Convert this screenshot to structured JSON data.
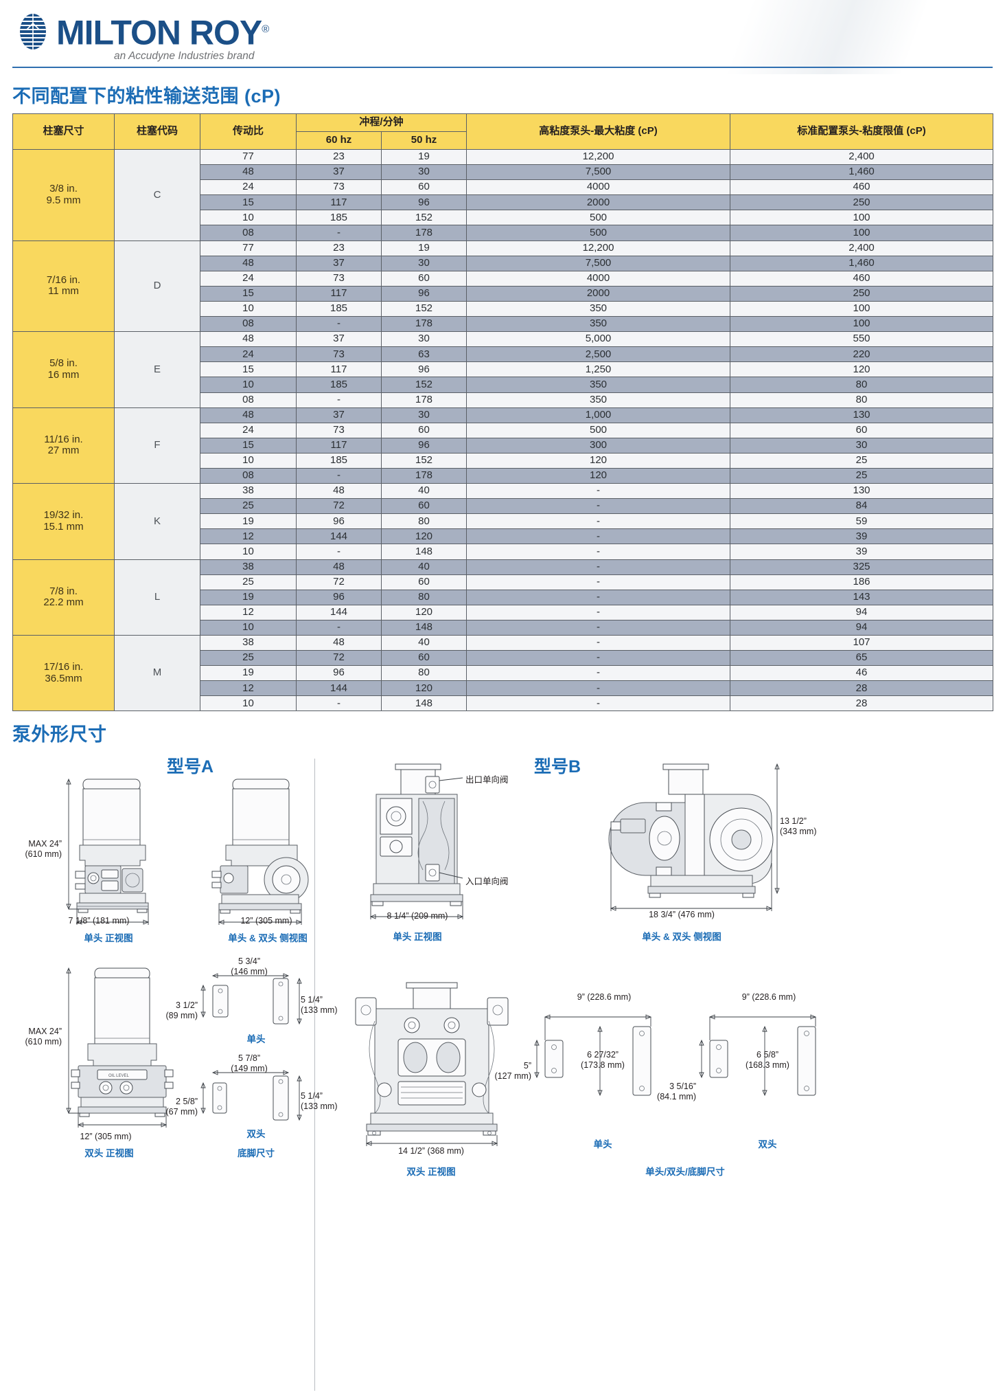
{
  "brand": {
    "name": "MILTON ROY",
    "registered": "®",
    "tagline": "an Accudyne Industries brand",
    "logo_icon": "milton-roy-striped-ellipse-logo",
    "accent_blue": "#1b4f87",
    "title_blue": "#1b6cb5",
    "header_yellow": "#f9d85e",
    "row_alt_blue": "#a7b0c1"
  },
  "viscosity_section": {
    "title": "不同配置下的粘性输送范围 (cP)",
    "columns": {
      "plunger_size": "柱塞尺寸",
      "plunger_code": "柱塞代码",
      "gear_ratio": "传动比",
      "strokes_per_min": "冲程/分钟",
      "hz60": "60 hz",
      "hz50": "50 hz",
      "high_visc_head": "高粘度泵头-最大粘度 (cP)",
      "standard_head": "标准配置泵头-粘度限值 (cP)"
    },
    "groups": [
      {
        "size_in": "3/8 in.",
        "size_mm": "9.5 mm",
        "code": "C",
        "rows": [
          {
            "ratio": "77",
            "hz60": "23",
            "hz50": "19",
            "high": "12,200",
            "std": "2,400"
          },
          {
            "ratio": "48",
            "hz60": "37",
            "hz50": "30",
            "high": "7,500",
            "std": "1,460"
          },
          {
            "ratio": "24",
            "hz60": "73",
            "hz50": "60",
            "high": "4000",
            "std": "460"
          },
          {
            "ratio": "15",
            "hz60": "117",
            "hz50": "96",
            "high": "2000",
            "std": "250"
          },
          {
            "ratio": "10",
            "hz60": "185",
            "hz50": "152",
            "high": "500",
            "std": "100"
          },
          {
            "ratio": "08",
            "hz60": "-",
            "hz50": "178",
            "high": "500",
            "std": "100"
          }
        ]
      },
      {
        "size_in": "7/16 in.",
        "size_mm": "11 mm",
        "code": "D",
        "rows": [
          {
            "ratio": "77",
            "hz60": "23",
            "hz50": "19",
            "high": "12,200",
            "std": "2,400"
          },
          {
            "ratio": "48",
            "hz60": "37",
            "hz50": "30",
            "high": "7,500",
            "std": "1,460"
          },
          {
            "ratio": "24",
            "hz60": "73",
            "hz50": "60",
            "high": "4000",
            "std": "460"
          },
          {
            "ratio": "15",
            "hz60": "117",
            "hz50": "96",
            "high": "2000",
            "std": "250"
          },
          {
            "ratio": "10",
            "hz60": "185",
            "hz50": "152",
            "high": "350",
            "std": "100"
          },
          {
            "ratio": "08",
            "hz60": "-",
            "hz50": "178",
            "high": "350",
            "std": "100"
          }
        ]
      },
      {
        "size_in": "5/8 in.",
        "size_mm": "16 mm",
        "code": "E",
        "rows": [
          {
            "ratio": "48",
            "hz60": "37",
            "hz50": "30",
            "high": "5,000",
            "std": "550"
          },
          {
            "ratio": "24",
            "hz60": "73",
            "hz50": "63",
            "high": "2,500",
            "std": "220"
          },
          {
            "ratio": "15",
            "hz60": "117",
            "hz50": "96",
            "high": "1,250",
            "std": "120"
          },
          {
            "ratio": "10",
            "hz60": "185",
            "hz50": "152",
            "high": "350",
            "std": "80"
          },
          {
            "ratio": "08",
            "hz60": "-",
            "hz50": "178",
            "high": "350",
            "std": "80"
          }
        ]
      },
      {
        "size_in": "11/16 in.",
        "size_mm": "27 mm",
        "code": "F",
        "rows": [
          {
            "ratio": "48",
            "hz60": "37",
            "hz50": "30",
            "high": "1,000",
            "std": "130"
          },
          {
            "ratio": "24",
            "hz60": "73",
            "hz50": "60",
            "high": "500",
            "std": "60"
          },
          {
            "ratio": "15",
            "hz60": "117",
            "hz50": "96",
            "high": "300",
            "std": "30"
          },
          {
            "ratio": "10",
            "hz60": "185",
            "hz50": "152",
            "high": "120",
            "std": "25"
          },
          {
            "ratio": "08",
            "hz60": "-",
            "hz50": "178",
            "high": "120",
            "std": "25"
          }
        ]
      },
      {
        "size_in": "19/32 in.",
        "size_mm": "15.1 mm",
        "code": "K",
        "rows": [
          {
            "ratio": "38",
            "hz60": "48",
            "hz50": "40",
            "high": "-",
            "std": "130"
          },
          {
            "ratio": "25",
            "hz60": "72",
            "hz50": "60",
            "high": "-",
            "std": "84"
          },
          {
            "ratio": "19",
            "hz60": "96",
            "hz50": "80",
            "high": "-",
            "std": "59"
          },
          {
            "ratio": "12",
            "hz60": "144",
            "hz50": "120",
            "high": "-",
            "std": "39"
          },
          {
            "ratio": "10",
            "hz60": "-",
            "hz50": "148",
            "high": "-",
            "std": "39"
          }
        ]
      },
      {
        "size_in": "7/8 in.",
        "size_mm": "22.2 mm",
        "code": "L",
        "rows": [
          {
            "ratio": "38",
            "hz60": "48",
            "hz50": "40",
            "high": "-",
            "std": "325"
          },
          {
            "ratio": "25",
            "hz60": "72",
            "hz50": "60",
            "high": "-",
            "std": "186"
          },
          {
            "ratio": "19",
            "hz60": "96",
            "hz50": "80",
            "high": "-",
            "std": "143"
          },
          {
            "ratio": "12",
            "hz60": "144",
            "hz50": "120",
            "high": "-",
            "std": "94"
          },
          {
            "ratio": "10",
            "hz60": "-",
            "hz50": "148",
            "high": "-",
            "std": "94"
          }
        ]
      },
      {
        "size_in": "17/16 in.",
        "size_mm": "36.5mm",
        "code": "M",
        "rows": [
          {
            "ratio": "38",
            "hz60": "48",
            "hz50": "40",
            "high": "-",
            "std": "107"
          },
          {
            "ratio": "25",
            "hz60": "72",
            "hz50": "60",
            "high": "-",
            "std": "65"
          },
          {
            "ratio": "19",
            "hz60": "96",
            "hz50": "80",
            "high": "-",
            "std": "46"
          },
          {
            "ratio": "12",
            "hz60": "144",
            "hz50": "120",
            "high": "-",
            "std": "28"
          },
          {
            "ratio": "10",
            "hz60": "-",
            "hz50": "148",
            "high": "-",
            "std": "28"
          }
        ]
      }
    ]
  },
  "dimensions_section": {
    "title": "泵外形尺寸",
    "model_a": {
      "label": "型号A",
      "front_single": {
        "height_dim": "MAX 24”",
        "height_dim_mm": "(610 mm)",
        "width_dim": "7 1/8” (181 mm)",
        "caption": "单头 正视图"
      },
      "side": {
        "width_dim": "12” (305 mm)",
        "caption": "单头 & 双头 侧视图"
      },
      "front_double": {
        "height_dim": "MAX 24”",
        "height_dim_mm": "(610 mm)",
        "width_dim": "12” (305 mm)",
        "caption": "双头 正视图"
      },
      "footprint": {
        "caption": "底脚尺寸",
        "single_label": "单头",
        "double_label": "双头",
        "single_w": "5 3/4”",
        "single_w_mm": "(146 mm)",
        "single_d": "3 1/2”",
        "single_d_mm": "(89 mm)",
        "single_h": "5 1/4”",
        "single_h_mm": "(133 mm)",
        "double_w": "5 7/8”",
        "double_w_mm": "(149 mm)",
        "double_d": "2 5/8”",
        "double_d_mm": "(67 mm)",
        "double_h": "5 1/4”",
        "double_h_mm": "(133 mm)"
      }
    },
    "model_b": {
      "label": "型号B",
      "front_single": {
        "width_dim": "8 1/4” (209 mm)",
        "caption": "单头 正视图",
        "callout_outlet": "出口单向阀",
        "callout_inlet": "入口单向阀"
      },
      "side": {
        "height_dim": "13 1/2”",
        "height_dim_mm": "(343 mm)",
        "width_dim": "18 3/4” (476 mm)",
        "caption": "单头 & 双头 侧视图"
      },
      "front_double": {
        "width_dim": "14 1/2” (368 mm)",
        "caption": "双头 正视图"
      },
      "footprint": {
        "caption": "单头/双头/底脚尺寸",
        "single_label": "单头",
        "double_label": "双头",
        "single_w": "9” (228.6 mm)",
        "single_h": "6 27/32”",
        "single_h_mm": "(173.8 mm)",
        "single_d": "5”",
        "single_d_mm": "(127 mm)",
        "double_w": "9” (228.6 mm)",
        "double_h": "6 5/8”",
        "double_h_mm": "(168.3 mm)",
        "double_d": "3 5/16”",
        "double_d_mm": "(84.1 mm)"
      }
    }
  }
}
